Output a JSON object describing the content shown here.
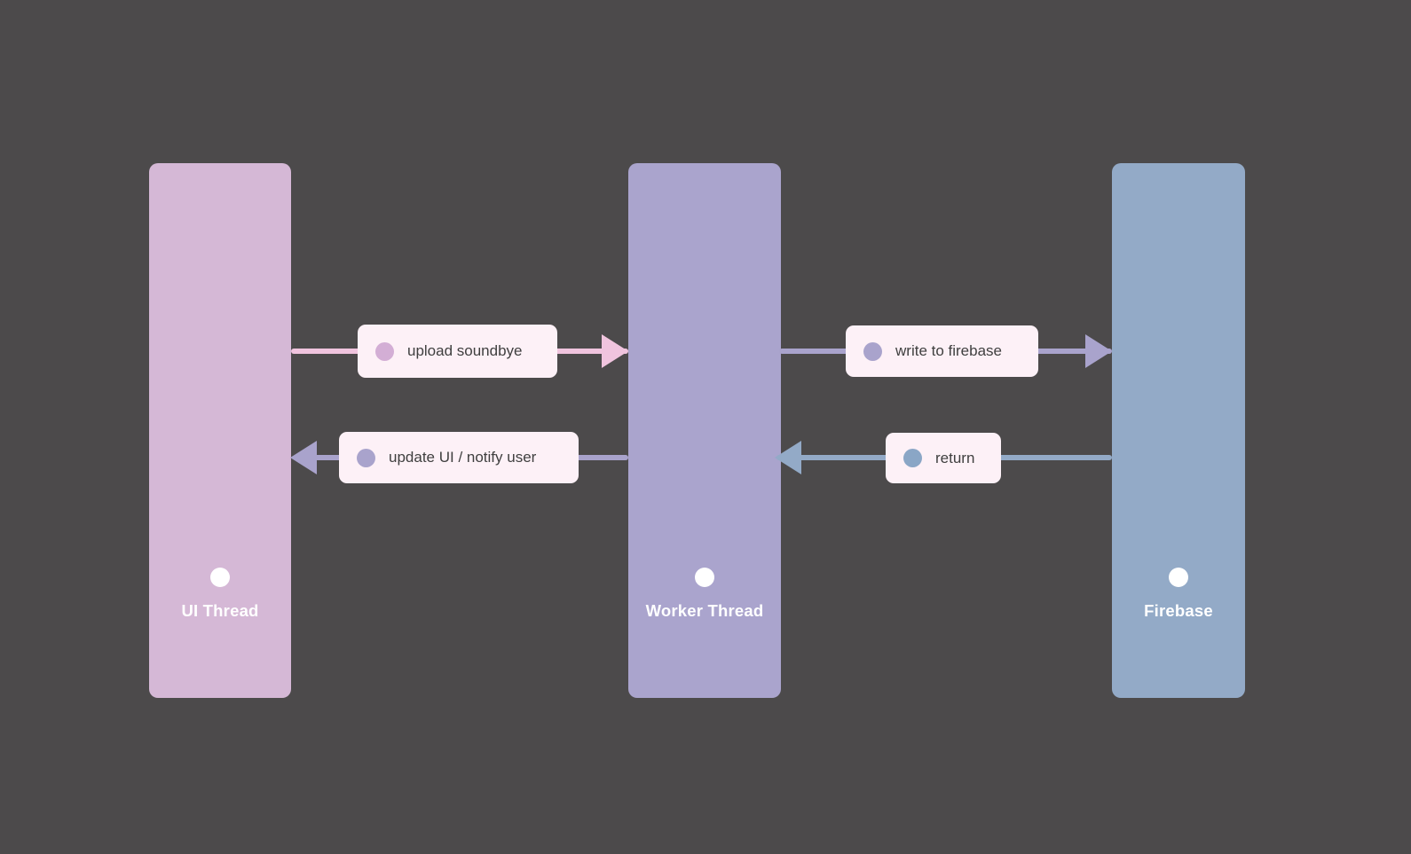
{
  "canvas": {
    "background": "#4c4a4b"
  },
  "diagram": {
    "type": "flow",
    "label_bg": "#fdf1f7",
    "edge_text_color": "#3f3f3f",
    "lane_label_color": "#ffffff",
    "lane_marker_color": "#ffffff",
    "lanes": [
      {
        "id": "ui-thread",
        "label": "UI Thread",
        "fill": "#d5b8d6"
      },
      {
        "id": "worker-thread",
        "label": "Worker Thread",
        "fill": "#aaa4cd"
      },
      {
        "id": "firebase",
        "label": "Firebase",
        "fill": "#93aac7"
      }
    ],
    "edges": [
      {
        "id": "upload-soundbye",
        "label": "upload soundbye",
        "from": "UI Thread",
        "to": "Worker Thread",
        "direction": "right",
        "line_color": "#f0c4de",
        "dot_color": "#d3aed5"
      },
      {
        "id": "write-to-firebase",
        "label": "write to firebase",
        "from": "Worker Thread",
        "to": "Firebase",
        "direction": "right",
        "line_color": "#a9a3cc",
        "dot_color": "#a9a3cc"
      },
      {
        "id": "update-ui-notify-user",
        "label": "update UI / notify user",
        "from": "Worker Thread",
        "to": "UI Thread",
        "direction": "left",
        "line_color": "#a9a3cc",
        "dot_color": "#a9a3cc"
      },
      {
        "id": "return",
        "label": "return",
        "from": "Firebase",
        "to": "Worker Thread",
        "direction": "left",
        "line_color": "#93aac7",
        "dot_color": "#8aa6c6"
      }
    ]
  }
}
